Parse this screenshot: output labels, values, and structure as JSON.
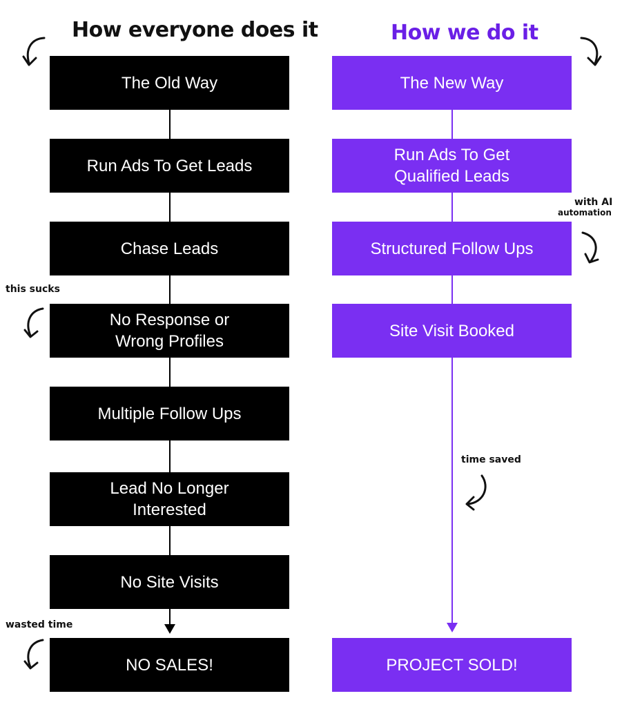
{
  "headings": {
    "left": "How everyone does it",
    "right": "How we do it"
  },
  "old_way": {
    "steps": [
      "The Old Way",
      "Run Ads To Get Leads",
      "Chase Leads",
      "No Response or\nWrong Profiles",
      "Multiple Follow Ups",
      "Lead No Longer\nInterested",
      "No Site Visits",
      "NO SALES!"
    ]
  },
  "new_way": {
    "steps": [
      "The New Way",
      "Run Ads To Get\nQualified Leads",
      "Structured Follow Ups",
      "Site Visit Booked",
      "PROJECT SOLD!"
    ]
  },
  "annotations": {
    "this_sucks": "this sucks",
    "wasted_time": "wasted time",
    "with_ai_line1": "with AI",
    "with_ai_line2": "automation",
    "time_saved": "time saved"
  },
  "colors": {
    "old_way": "#000000",
    "new_way": "#7a2ff2",
    "new_way_heading": "#6a1fe6"
  }
}
